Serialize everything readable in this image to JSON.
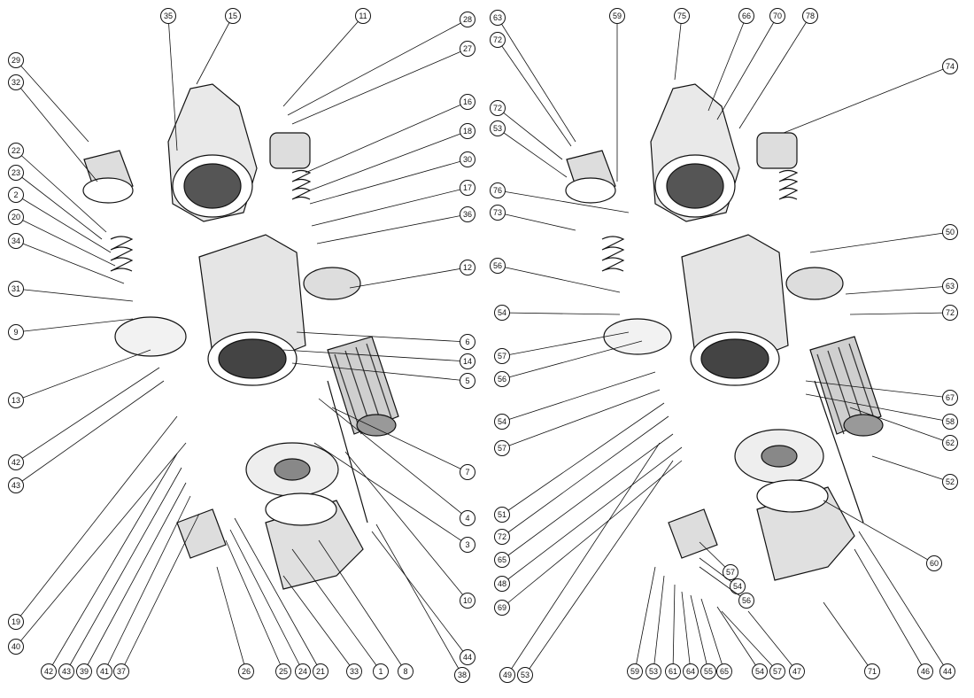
{
  "diagram": {
    "left_callouts": [
      "35",
      "15",
      "11",
      "28",
      "27",
      "29",
      "32",
      "16",
      "18",
      "30",
      "22",
      "17",
      "23",
      "36",
      "2",
      "20",
      "34",
      "12",
      "31",
      "9",
      "6",
      "14",
      "5",
      "13",
      "7",
      "42",
      "43",
      "4",
      "3",
      "19",
      "10",
      "40",
      "44",
      "42",
      "43",
      "39",
      "41",
      "37",
      "26",
      "25",
      "24",
      "21",
      "33",
      "1",
      "8",
      "38"
    ],
    "right_callouts": [
      "63",
      "59",
      "75",
      "66",
      "70",
      "78",
      "72",
      "74",
      "72",
      "53",
      "76",
      "73",
      "50",
      "56",
      "63",
      "72",
      "54",
      "57",
      "56",
      "67",
      "58",
      "62",
      "54",
      "52",
      "57",
      "51",
      "72",
      "65",
      "48",
      "69",
      "60",
      "57",
      "54",
      "56",
      "59",
      "53",
      "61",
      "64",
      "55",
      "65",
      "54",
      "57",
      "47",
      "71",
      "46",
      "44",
      "49",
      "53"
    ],
    "colors": {
      "ink": "#111111",
      "paper": "#ffffff"
    }
  }
}
